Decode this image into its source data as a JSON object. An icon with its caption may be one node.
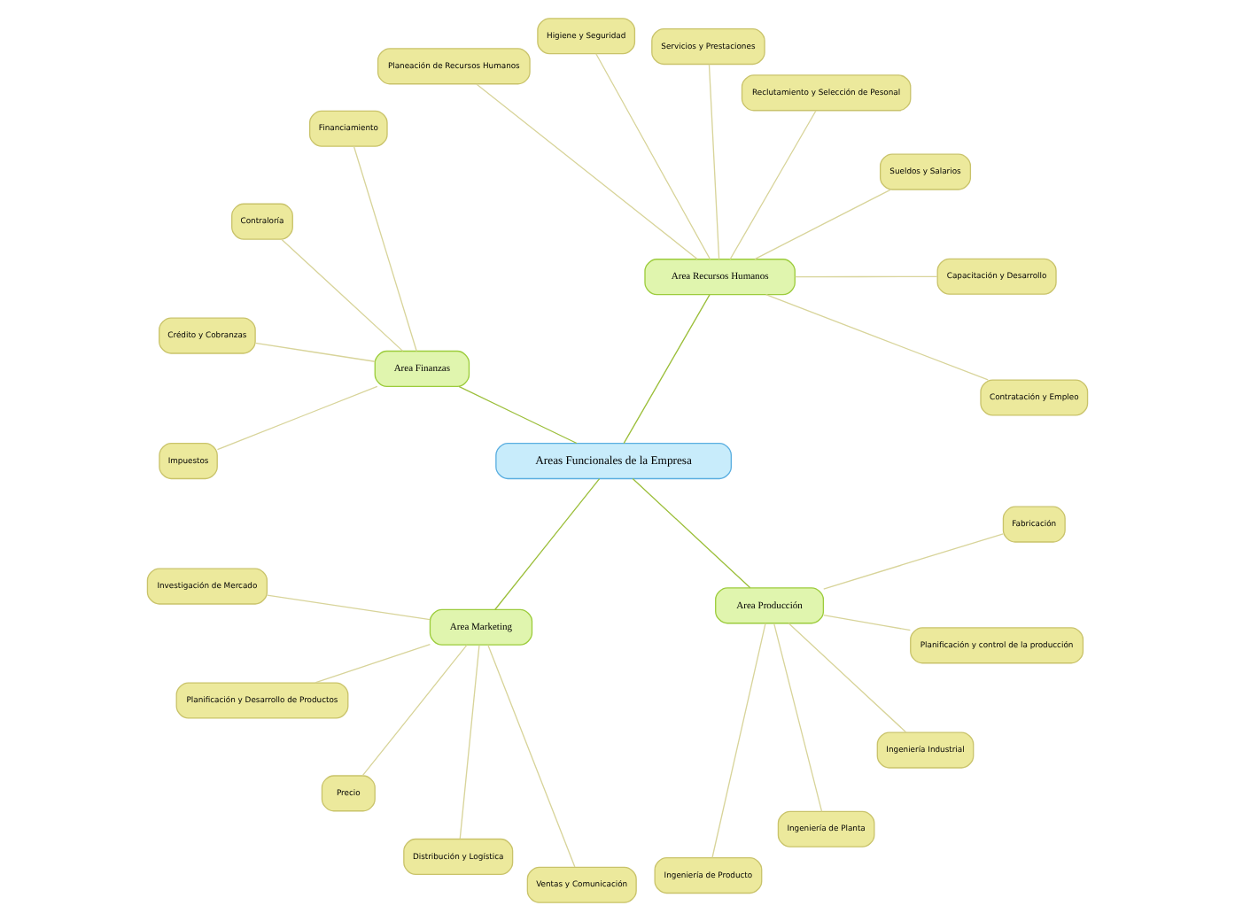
{
  "diagram": {
    "nodes": [
      {
        "text": [
          "Areas Funcionales de la Empresa"
        ]
      },
      {
        "text": [
          "Area Recursos Humanos"
        ]
      },
      {
        "text": [
          "Contratación y Empleo"
        ]
      },
      {
        "text": [
          "Capacitación y Desarrollo"
        ]
      },
      {
        "text": [
          "Sueldos y Salarios"
        ]
      },
      {
        "text": [
          "Reclutamiento y Selección de Pesonal"
        ]
      },
      {
        "text": [
          "Servicios y Prestaciones"
        ]
      },
      {
        "text": [
          "Higiene y Seguridad"
        ]
      },
      {
        "text": [
          "Planeación de Recursos Humanos"
        ]
      },
      {
        "text": [
          "Area Finanzas"
        ]
      },
      {
        "text": [
          "Financiamiento"
        ]
      },
      {
        "text": [
          "Contraloría"
        ]
      },
      {
        "text": [
          "Crédito y Cobranzas"
        ]
      },
      {
        "text": [
          "Impuestos"
        ]
      },
      {
        "text": [
          "Area Marketing"
        ]
      },
      {
        "text": [
          "Investigación de Mercado"
        ]
      },
      {
        "text": [
          "Planificación y Desarrollo de Productos"
        ]
      },
      {
        "text": [
          "Precio"
        ]
      },
      {
        "text": [
          "Distribución y Logística"
        ]
      },
      {
        "text": [
          "Ventas y Comunicación"
        ]
      },
      {
        "text": [
          "Area Producción"
        ]
      },
      {
        "text": [
          "Ingeniería de Producto"
        ]
      },
      {
        "text": [
          "Ingeniería de Planta"
        ]
      },
      {
        "text": [
          "Ingeniería Industrial"
        ]
      },
      {
        "text": [
          "Planificación y control de la producción"
        ]
      },
      {
        "text": [
          "Fabricación"
        ]
      }
    ],
    "edges": [
      {
        "from": 0,
        "to": 1,
        "arrow": "none",
        "color": "#9cbf3b"
      },
      {
        "from": 1,
        "to": 2,
        "arrow": "none"
      },
      {
        "from": 1,
        "to": 3,
        "arrow": "none"
      },
      {
        "from": 1,
        "to": 4,
        "arrow": "none"
      },
      {
        "from": 1,
        "to": 5,
        "arrow": "none"
      },
      {
        "from": 1,
        "to": 6,
        "arrow": "none"
      },
      {
        "from": 1,
        "to": 7,
        "arrow": "none"
      },
      {
        "from": 1,
        "to": 8,
        "arrow": "none"
      },
      {
        "from": 0,
        "to": 9,
        "arrow": "none",
        "color": "#9cbf3b"
      },
      {
        "from": 9,
        "to": 10,
        "arrow": "none"
      },
      {
        "from": 9,
        "to": 11,
        "arrow": "none"
      },
      {
        "from": 9,
        "to": 12,
        "arrow": "none"
      },
      {
        "from": 9,
        "to": 13,
        "arrow": "none"
      },
      {
        "from": 0,
        "to": 14,
        "arrow": "none",
        "color": "#9cbf3b"
      },
      {
        "from": 14,
        "to": 15,
        "arrow": "none"
      },
      {
        "from": 14,
        "to": 16,
        "arrow": "none"
      },
      {
        "from": 14,
        "to": 17,
        "arrow": "none"
      },
      {
        "from": 14,
        "to": 18,
        "arrow": "none"
      },
      {
        "from": 14,
        "to": 19,
        "arrow": "none"
      },
      {
        "from": 0,
        "to": 20,
        "arrow": "none",
        "color": "#9cbf3b"
      },
      {
        "from": 20,
        "to": 21,
        "arrow": "none"
      },
      {
        "from": 20,
        "to": 22,
        "arrow": "none"
      },
      {
        "from": 20,
        "to": 23,
        "arrow": "none"
      },
      {
        "from": 20,
        "to": 24,
        "arrow": "none"
      },
      {
        "from": 20,
        "to": 25,
        "arrow": "none"
      }
    ]
  }
}
